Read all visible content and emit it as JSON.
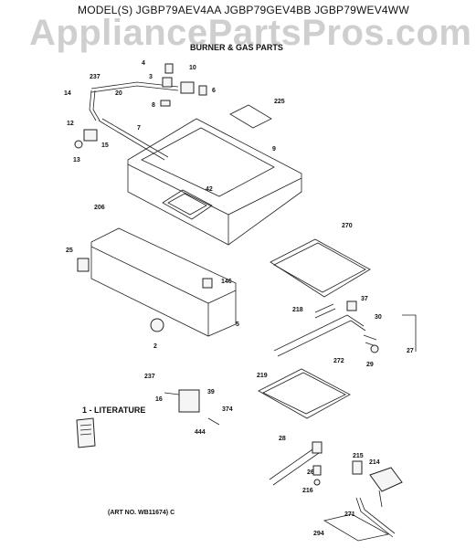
{
  "header": {
    "models": "MODEL(S) JGBP79AEV4AA  JGBP79GEV4BB  JGBP79WEV4WW",
    "watermark": "AppliancePartsPros.com",
    "subtitle": "BURNER & GAS PARTS"
  },
  "footer": {
    "literature": "1 - LITERATURE",
    "art_number": "(ART NO. WB11674) C"
  },
  "callouts": [
    "4",
    "10",
    "3",
    "6",
    "8",
    "237",
    "14",
    "20",
    "7",
    "12",
    "15",
    "13",
    "225",
    "9",
    "42",
    "206",
    "270",
    "25",
    "146",
    "37",
    "218",
    "30",
    "5",
    "2",
    "27",
    "29",
    "272",
    "237",
    "39",
    "219",
    "16",
    "374",
    "444",
    "28",
    "215",
    "214",
    "26",
    "216",
    "271",
    "294"
  ]
}
